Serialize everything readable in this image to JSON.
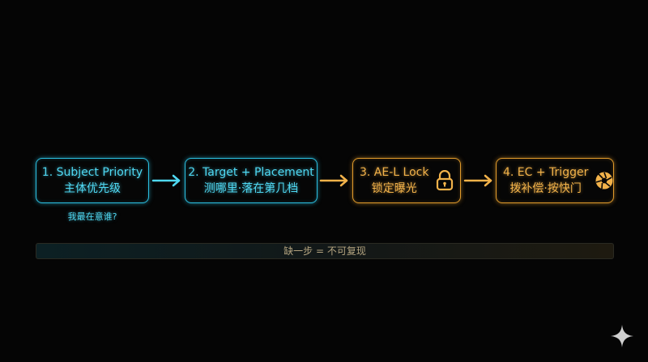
{
  "steps": [
    {
      "title": "1. Subject Priority",
      "subtitle": "主体优先级",
      "icon": ""
    },
    {
      "title": "2. Target + Placement",
      "subtitle": "测哪里·落在第几档",
      "icon": ""
    },
    {
      "title": "3. AE-L Lock",
      "subtitle": "锁定曝光",
      "icon": "padlock-icon"
    },
    {
      "title": "4. EC + Trigger",
      "subtitle": "拨补偿·按快门",
      "icon": "aperture-icon"
    }
  ],
  "caption": "我最在意谁?",
  "footer_note": "缺一步 = 不可复现",
  "colors": {
    "cyan": "#2bbfe0",
    "amber": "#e09a2b",
    "background": "#050505"
  },
  "watermark_icon": "sparkle-icon"
}
